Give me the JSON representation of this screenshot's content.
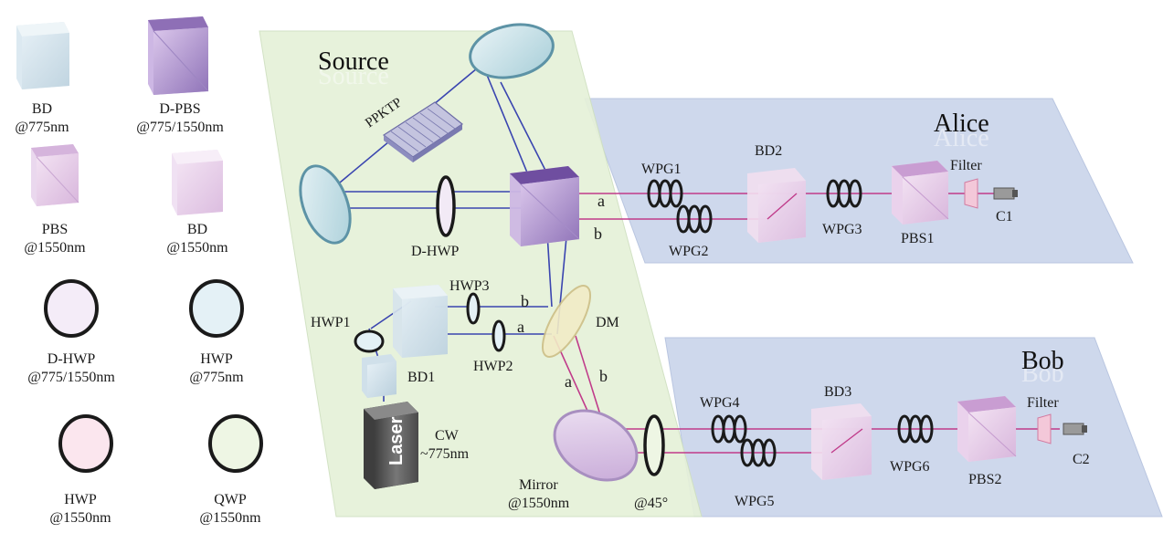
{
  "legend": {
    "bd775": {
      "line1": "BD",
      "line2": "@775nm"
    },
    "dpbs": {
      "line1": "D-PBS",
      "line2": "@775/1550nm"
    },
    "pbs1550": {
      "line1": "PBS",
      "line2": "@1550nm"
    },
    "bd1550": {
      "line1": "BD",
      "line2": "@1550nm"
    },
    "dhwp": {
      "line1": "D-HWP",
      "line2": "@775/1550nm"
    },
    "hwp775": {
      "line1": "HWP",
      "line2": "@775nm"
    },
    "hwp1550": {
      "line1": "HWP",
      "line2": "@1550nm"
    },
    "qwp1550": {
      "line1": "QWP",
      "line2": "@1550nm"
    }
  },
  "source": {
    "title": "Source",
    "ppktp": "PPKTP",
    "dhwp": "D-HWP",
    "path_a": "a",
    "path_b": "b",
    "hwp1": "HWP1",
    "hwp2": "HWP2",
    "hwp3": "HWP3",
    "bd1": "BD1",
    "dm": "DM",
    "laser": "Laser",
    "cw_line1": "CW",
    "cw_line2": "~775nm",
    "mirror_line1": "Mirror",
    "mirror_line2": "@1550nm",
    "qwp_angle": "@45°",
    "dm_a": "a",
    "dm_b": "b",
    "lower_a": "a",
    "lower_b": "b"
  },
  "alice": {
    "title": "Alice",
    "wpg1": "WPG1",
    "wpg2": "WPG2",
    "wpg3": "WPG3",
    "bd2": "BD2",
    "pbs1": "PBS1",
    "filter": "Filter",
    "c1": "C1"
  },
  "bob": {
    "title": "Bob",
    "wpg4": "WPG4",
    "wpg5": "WPG5",
    "wpg6": "WPG6",
    "bd3": "BD3",
    "pbs2": "PBS2",
    "filter": "Filter",
    "c2": "C2"
  },
  "colors": {
    "source_panel": "#e6f1d9",
    "station_panel": "#ccd6ec",
    "pump_beam": "#3a45b0",
    "photon_beam": "#c03b8a",
    "laser_body": "#5a5a5a"
  }
}
